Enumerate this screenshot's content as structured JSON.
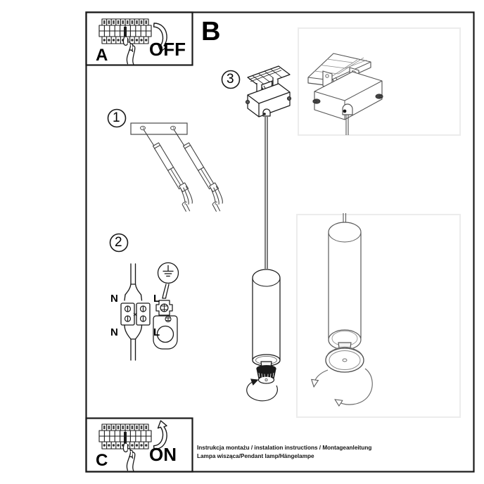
{
  "document": {
    "title": "Pendant lamp installation instructions",
    "section_b_label": "B",
    "background": "#ffffff",
    "line_color": "#1a1a1a",
    "detail_frame_color": "#e9e9e9"
  },
  "panels": {
    "a": {
      "letter": "A",
      "action_label": "OFF",
      "name": "circuit-breaker-off-panel",
      "description": "Hand switching fuse box breaker to OFF"
    },
    "c": {
      "letter": "C",
      "action_label": "ON",
      "name": "circuit-breaker-on-panel",
      "description": "Hand switching fuse box breaker to ON"
    }
  },
  "steps": [
    {
      "number": "1",
      "name": "step-mounting-bracket-screws",
      "description": "Mounting plate with screws and wall plugs"
    },
    {
      "number": "2",
      "name": "step-wiring-terminal-block",
      "description": "Wire connection to terminal block and earth terminal"
    },
    {
      "number": "3",
      "name": "step-ceiling-attachment",
      "description": "Attach canopy to ceiling bracket"
    }
  ],
  "wiring": {
    "terminal_labels_top": {
      "left": "N",
      "right": "L"
    },
    "terminal_labels_bottom": {
      "left": "N",
      "right": "L"
    },
    "earth_symbol": "earth-ground-symbol"
  },
  "details": [
    {
      "name": "detail-ceiling-bracket",
      "description": "Exploded view of ceiling bracket and canopy with fixing screws"
    },
    {
      "name": "detail-lamp-head-rotation",
      "description": "Pendant tube with rotating lamp head, curved arrows indicate twist to lock"
    }
  ],
  "footer": {
    "line1": "Instrukcja montażu / instalation instructions / Montageanleitung",
    "line2": "Lampa wisząca/Pendant lamp/Hängelampe"
  }
}
